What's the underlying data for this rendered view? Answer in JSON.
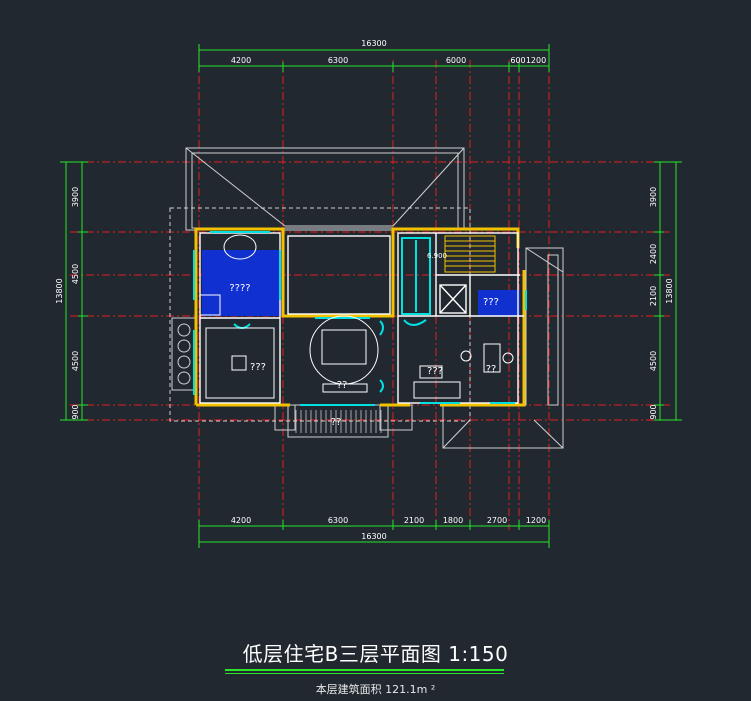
{
  "drawing": {
    "title": "低层住宅B三层平面图 1:150",
    "subtitle": "本层建筑面积 121.1m ²",
    "top_total": "16300",
    "top_dims": [
      "4200",
      "6300",
      "6000",
      "600",
      "1200"
    ],
    "bottom_total": "16300",
    "bottom_dims": [
      "4200",
      "6300",
      "2100",
      "1800",
      "2700",
      "1200"
    ],
    "left_total": "13800",
    "left_dims": [
      "3900",
      "4500",
      "4500",
      "900"
    ],
    "right_total": "13800",
    "right_dims": [
      "3900",
      "2400",
      "2100",
      "4500",
      "900"
    ],
    "room_labels": [
      "????",
      "???",
      "??",
      "???",
      "??",
      "???",
      "??"
    ],
    "level_mark": "6.900",
    "colors": {
      "background": "#212830",
      "dimension": "#29e629",
      "axis": "#e02020",
      "wall": "#f2c200",
      "window": "#00e0e0",
      "bath": "#1030d0",
      "roof": "#d0d0d0"
    }
  }
}
